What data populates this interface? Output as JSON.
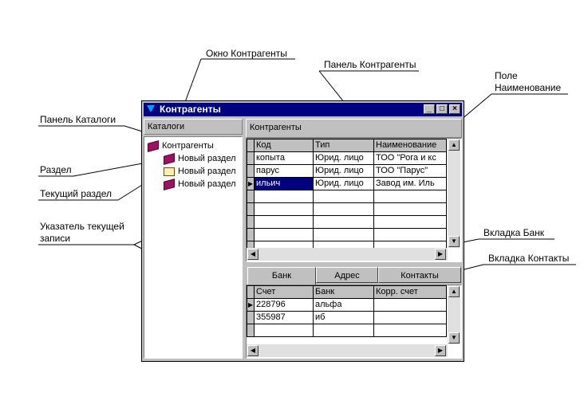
{
  "window": {
    "title": "Контрагенты"
  },
  "catalog_panel": {
    "header": "Каталоги",
    "tree": [
      {
        "label": "Контрагенты"
      },
      {
        "label": "Новый раздел"
      },
      {
        "label": "Новый раздел"
      },
      {
        "label": "Новый раздел"
      }
    ]
  },
  "contractors_panel": {
    "header": "Контрагенты",
    "columns": [
      "Код",
      "Тип",
      "Наименование"
    ],
    "rows": [
      [
        "копыта",
        "Юрид. лицо",
        "ТОО \"Рога и кс"
      ],
      [
        "парус",
        "Юрид. лицо",
        "ТОО \"Парус\""
      ],
      [
        "ильич",
        "Юрид. лицо",
        "Завод им. Иль"
      ]
    ]
  },
  "tabs": [
    "Банк",
    "Адрес",
    "Контакты"
  ],
  "bank_grid": {
    "columns": [
      "Счет",
      "Банк",
      "Корр. счет"
    ],
    "rows": [
      [
        "228796",
        "альфа",
        ""
      ],
      [
        "355987",
        "иб",
        ""
      ]
    ]
  },
  "callouts": {
    "window": "Окно Контрагенты",
    "panel_contractors": "Панель Контрагенты",
    "field_name_1": "Поле",
    "field_name_2": "Наименование",
    "panel_catalogs": "Панель Каталоги",
    "section": "Раздел",
    "current_section": "Текущий раздел",
    "record_pointer_1": "Указатель текущей",
    "record_pointer_2": "записи",
    "tab_bank": "Вкладка Банк",
    "tab_contacts": "Вкладка Контакты"
  }
}
